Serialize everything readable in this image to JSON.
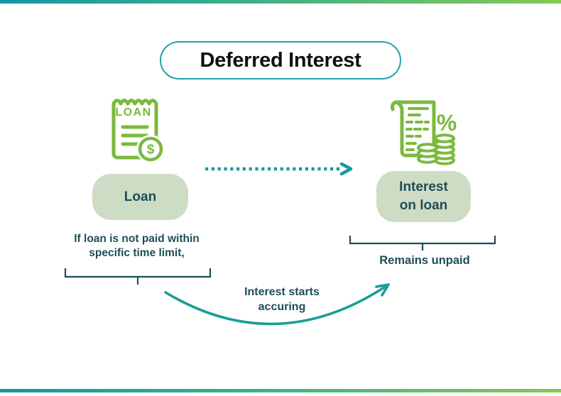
{
  "title": "Deferred Interest",
  "nodes": {
    "loan": "Loan",
    "interest": "Interest on loan"
  },
  "captions": {
    "condition": "If loan is not paid within specific time limit,",
    "remains": "Remains unpaid",
    "accruing": "Interest starts accuring"
  },
  "icons": {
    "loan_label": "LOAN",
    "dollar_symbol": "$",
    "percent_symbol": "%"
  },
  "colors": {
    "accent_teal": "#18989F",
    "title_pill_border": "#23A2A8",
    "arrow_teal": "#1A9E95",
    "dark_teal_text": "#1D4E56",
    "icon_green": "#7CB93E",
    "node_sage": "#CFDCC5",
    "border_gradient_left": "#1795A8",
    "border_gradient_right": "#85C854",
    "title_text": "#101010"
  }
}
